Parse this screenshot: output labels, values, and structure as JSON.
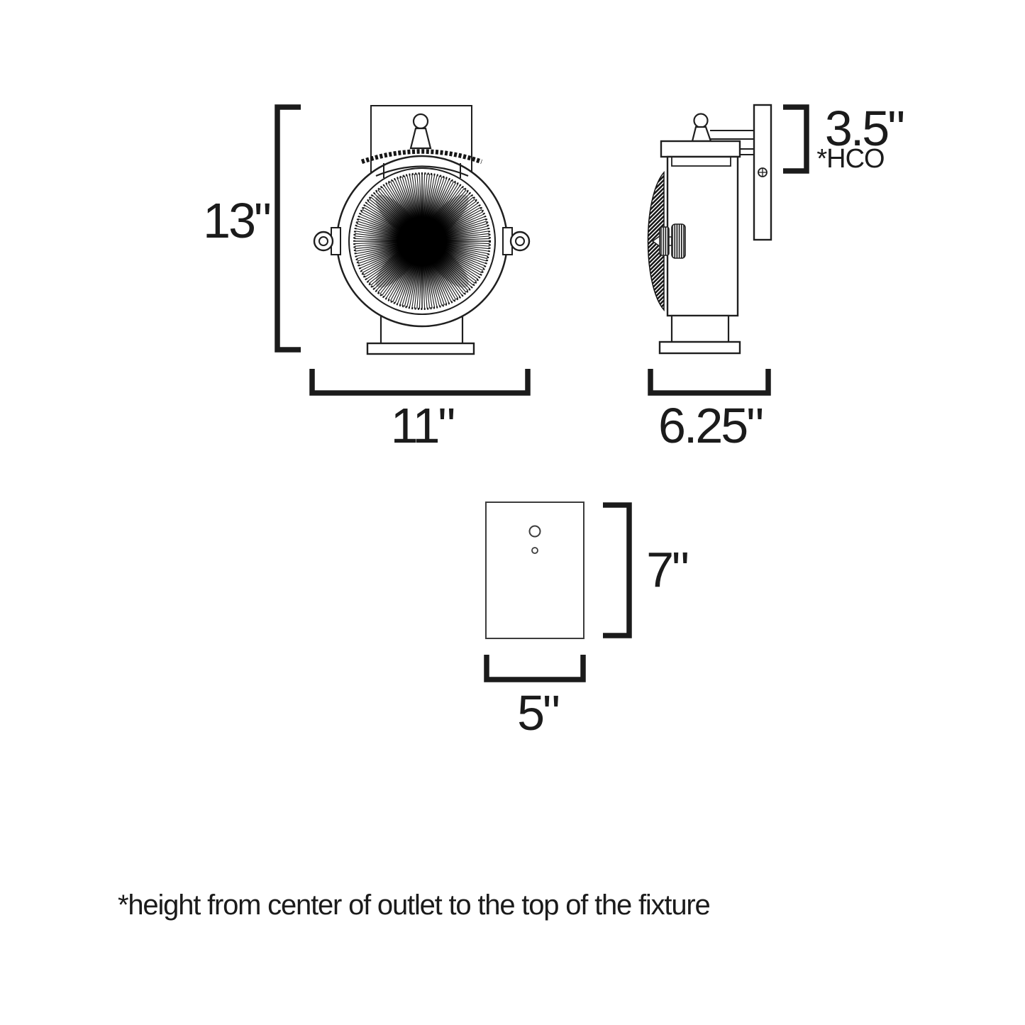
{
  "diagram": {
    "front": {
      "height_label": "13\"",
      "width_label": "11\""
    },
    "side": {
      "hco_label": "3.5\"",
      "hco_note": "*HCO",
      "width_label": "6.25\""
    },
    "backplate": {
      "height_label": "7\"",
      "width_label": "5\""
    },
    "footnote": "*height from center of outlet to the top of the fixture",
    "ink_color": "#1b1b1b"
  }
}
